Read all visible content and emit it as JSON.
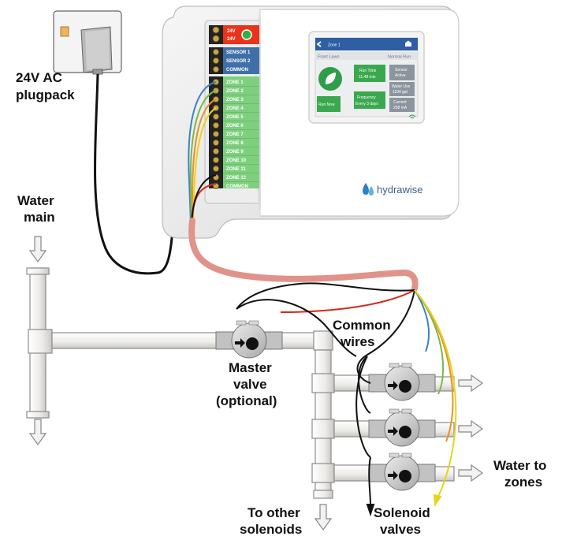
{
  "labels": {
    "plugpack": [
      "24V AC",
      "plugpack"
    ],
    "water_main": [
      "Water",
      "main"
    ],
    "common_wires": [
      "Common",
      "wires"
    ],
    "master_valve": [
      "Master",
      "valve",
      "(optional)"
    ],
    "water_to_zones": [
      "Water to",
      "zones"
    ],
    "to_other_solenoids": [
      "To other",
      "solenoids"
    ],
    "solenoid_valves": [
      "Solenoid",
      "valves"
    ]
  },
  "controller": {
    "power_terminals": [
      "24V",
      "24V"
    ],
    "sensor_terminals": [
      "SENSOR 1",
      "SENSOR 2",
      "COMMON"
    ],
    "zone_terminals": [
      "ZONE 1",
      "ZONE 2",
      "ZONE 3",
      "ZONE 4",
      "ZONE 5",
      "ZONE 6",
      "ZONE 7",
      "ZONE 8",
      "ZONE 9",
      "ZONE 10",
      "ZONE 11",
      "ZONE 12",
      "COMMON"
    ],
    "brand": "hydrawise",
    "screen": {
      "title": "Zone 1",
      "sub_left": "Front Lawn",
      "sub_right": "Normal Run",
      "run_time_label": "Run Time",
      "run_time_value": "11:48 min",
      "sensor_label": "Sensor",
      "sensor_value": "Active",
      "frequency_label": "Frequency",
      "frequency_value": "Every 3 days",
      "water_use_label": "Water Use",
      "water_use_value": "1104 gal",
      "current_label": "Current",
      "current_value": "258 mA",
      "run_now_label": "Run Now"
    }
  },
  "colors": {
    "power_red": "#e8341c",
    "sensor_blue": "#3f6fa8",
    "zone_green": "#7ed07e",
    "cable_pink": "#e0938a",
    "wire_red": "#d62a1a",
    "wire_blue": "#3b82c4",
    "wire_green": "#7bb84a",
    "wire_orange": "#e8922a",
    "wire_yellow": "#e6d51e",
    "pipe": "#f3f3f1"
  }
}
